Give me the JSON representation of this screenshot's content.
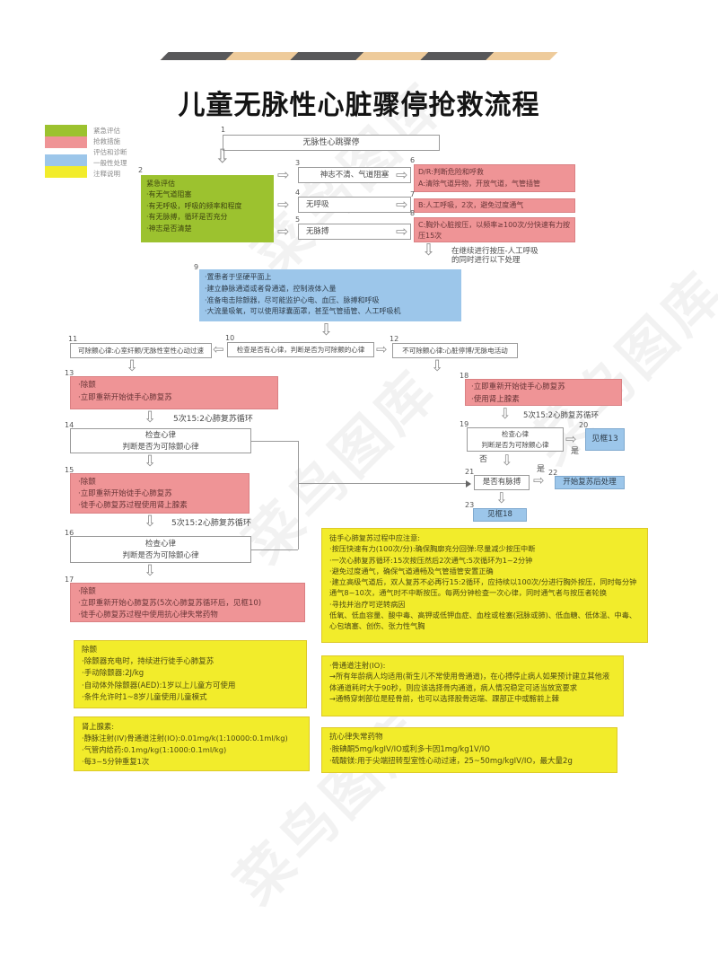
{
  "title": "儿童无脉性心脏骤停抢救流程",
  "watermark": "菜鸟图库",
  "icons": {
    "arrow_down": "⇩",
    "arrow_right": "⇨",
    "arrow_left": "⇦"
  },
  "colors": {
    "emergency_green": "#9cc22f",
    "rescue_pink": "#ef9496",
    "assessment_white": "#ffffff",
    "general_blue": "#9cc6ea",
    "note_yellow": "#f2ec2b",
    "deco_dark": "#58585a",
    "deco_tan": "#eecb9b"
  },
  "legend": {
    "items": [
      {
        "label": "紧急评估"
      },
      {
        "label": "抢救措施"
      },
      {
        "label": "评估和诊断"
      },
      {
        "label": "一般性处理"
      },
      {
        "label": "注释说明"
      }
    ]
  },
  "nodes": {
    "b1": {
      "num": "1",
      "text": "无脉性心跳骤停"
    },
    "b2": {
      "num": "2",
      "title": "紧急评估",
      "bullets": [
        "·有无气道阻塞",
        "·有无呼吸，呼吸的频率和程度",
        "·有无脉搏，循环是否充分",
        "·神志是否清楚"
      ]
    },
    "b3": {
      "num": "3",
      "text": "神志不清、气道阻塞"
    },
    "b4": {
      "num": "4",
      "text": "无呼吸"
    },
    "b5": {
      "num": "5",
      "text": "无脉搏"
    },
    "b6": {
      "num": "6",
      "lines": [
        "D/R:判断危险和呼救",
        "A:清除气道异物，开放气道，气管插管"
      ]
    },
    "b7": {
      "num": "7",
      "text": "B:人工呼吸，2次，避免过度通气"
    },
    "b8": {
      "num": "8",
      "text": "C:胸外心脏按压，以频率≥100次/分快速有力按压15次"
    },
    "b9": {
      "num": "9",
      "bullets": [
        "·置患者于坚硬平面上",
        "·建立静脉通道或者骨通道，控制液体入量",
        "·准备电击除颤器，尽可能监护心电、血压、脉搏和呼吸",
        "·大流量吸氧，可以使用球囊面罩，甚至气管插管、人工呼吸机"
      ]
    },
    "b10": {
      "num": "10",
      "text": "检查是否有心律，判断是否为可除颤的心律"
    },
    "b11": {
      "num": "11",
      "text": "可除颤心律:心室纤颤/无脉性室性心动过速"
    },
    "b12": {
      "num": "12",
      "text": "不可除颤心律:心脏停博/无脉电活动"
    },
    "b13": {
      "num": "13",
      "bullets": [
        "·除颤",
        "·立即重新开始徒手心肺复苏"
      ]
    },
    "b14": {
      "num": "14",
      "line1": "检查心律",
      "line2": "判断是否为可除颤心律"
    },
    "b15": {
      "num": "15",
      "bullets": [
        "·除颤",
        "·立即重新开始徒手心肺复苏",
        "·徒手心肺复苏过程使用肾上腺素"
      ]
    },
    "b16": {
      "num": "16",
      "line1": "检查心律",
      "line2": "判断是否为可除颤心律"
    },
    "b17": {
      "num": "17",
      "bullets": [
        "·除颤",
        "·立即重新开始心肺复苏(5次心肺复苏循环后，见框10)",
        "·徒手心肺复苏过程中使用抗心律失常药物"
      ]
    },
    "b18": {
      "num": "18",
      "bullets": [
        "·立即重新开始徒手心肺复苏",
        "·使用肾上腺素"
      ]
    },
    "b19": {
      "num": "19",
      "line1": "检查心律",
      "line2": "判断是否为可除颤心律"
    },
    "b20": {
      "num": "20",
      "text": "见框13"
    },
    "b21": {
      "num": "21",
      "text": "是否有脉搏"
    },
    "b22": {
      "num": "22",
      "text": "开始复苏后处理"
    },
    "b23": {
      "num": "23",
      "text": "见框18"
    }
  },
  "labels": {
    "cpr_cycle": "5次15:2心肺复苏循环",
    "continue_line1": "在继续进行按压-人工呼吸",
    "continue_line2": "的同时进行以下处理",
    "yes": "是",
    "no": "否"
  },
  "notes": {
    "cpr": {
      "title": "徒手心肺复苏过程中应注意:",
      "lines": [
        "·按压快速有力(100次/分):确保胸廓充分回弹:尽量减少按压中断",
        "·一次心肺复苏循环:15次按压然后2次通气:5次循环为1~2分钟",
        "·避免过度通气，确保气道通畅及气管插管安置正确",
        "·建立高级气道后，双人复苏不必再行15:2循环，应持续以100次/分进行胸外按压，同时每分钟通气8~10次，通气时不中断按压。每两分钟检查一次心律，同时通气者与按压者轮换",
        "·寻找并治疗可逆转病因",
        "低氧、低血容量、酸中毒、高钾或低钾血症、血栓或栓塞(冠脉或肺)、低血糖、低体温、中毒、心包填塞、创伤、张力性气胸"
      ]
    },
    "defib": {
      "title": "除颤",
      "lines": [
        "·除颤器充电时，持续进行徒手心肺复苏",
        "·手动除颤器:2J/kg",
        "·自动体外除颤器(AED):1岁以上儿童方可使用",
        "·条件允许时1~8岁儿童使用儿童模式"
      ]
    },
    "epinephrine": {
      "title": "肾上腺素:",
      "lines": [
        "·静脉注射(IV)骨通道注射(IO):0.01mg/k(1:10000:0.1ml/kg)",
        "·气管内给药:0.1mg/kg(1:1000:0.1ml/kg)",
        "·每3~5分钟重复1次"
      ]
    },
    "io": {
      "title": "·骨通道注射(IO):",
      "lines": [
        "→所有年龄病人均适用(新生儿不常使用骨通道)，在心搏停止病人如果预计建立其他液体通道耗时大于90秒，则应该选择骨内通道，病人情况稳定可适当放宽要求",
        "→通畅穿刺部位是胫骨前，也可以选择股骨远端、踝部正中或髂前上棘"
      ]
    },
    "antiarrhythmic": {
      "title": "抗心律失常药物",
      "lines": [
        "·胺碘酮5mg/kgIV/IO或利多卡因1mg/kg1V/IO",
        "·硫酸镁:用于尖端扭转型室性心动过速，25~50mg/kgIV/IO，最大量2g"
      ]
    }
  }
}
